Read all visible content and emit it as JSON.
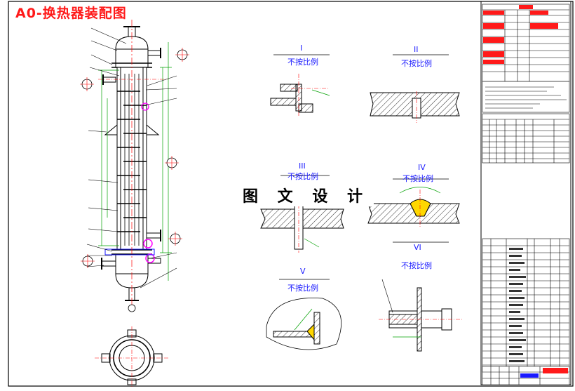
{
  "title": "A0-换热器装配图",
  "watermark": "图 文 设 计",
  "views": [
    {
      "numeral": "I",
      "scale_note": "不按比例"
    },
    {
      "numeral": "II",
      "scale_note": "不按比例"
    },
    {
      "numeral": "III",
      "scale_note": "不按比例"
    },
    {
      "numeral": "IV",
      "scale_note": "不按比例"
    },
    {
      "numeral": "V",
      "scale_note": "不按比例"
    },
    {
      "numeral": "VI",
      "scale_note": "不按比例"
    }
  ],
  "colors": {
    "line": "#000000",
    "dim": "#00a000",
    "center": "#ff0000",
    "weld": "#ffd700",
    "title": "#ff1a1a",
    "hatch": "#000000",
    "magenta": "#ff00ff"
  }
}
